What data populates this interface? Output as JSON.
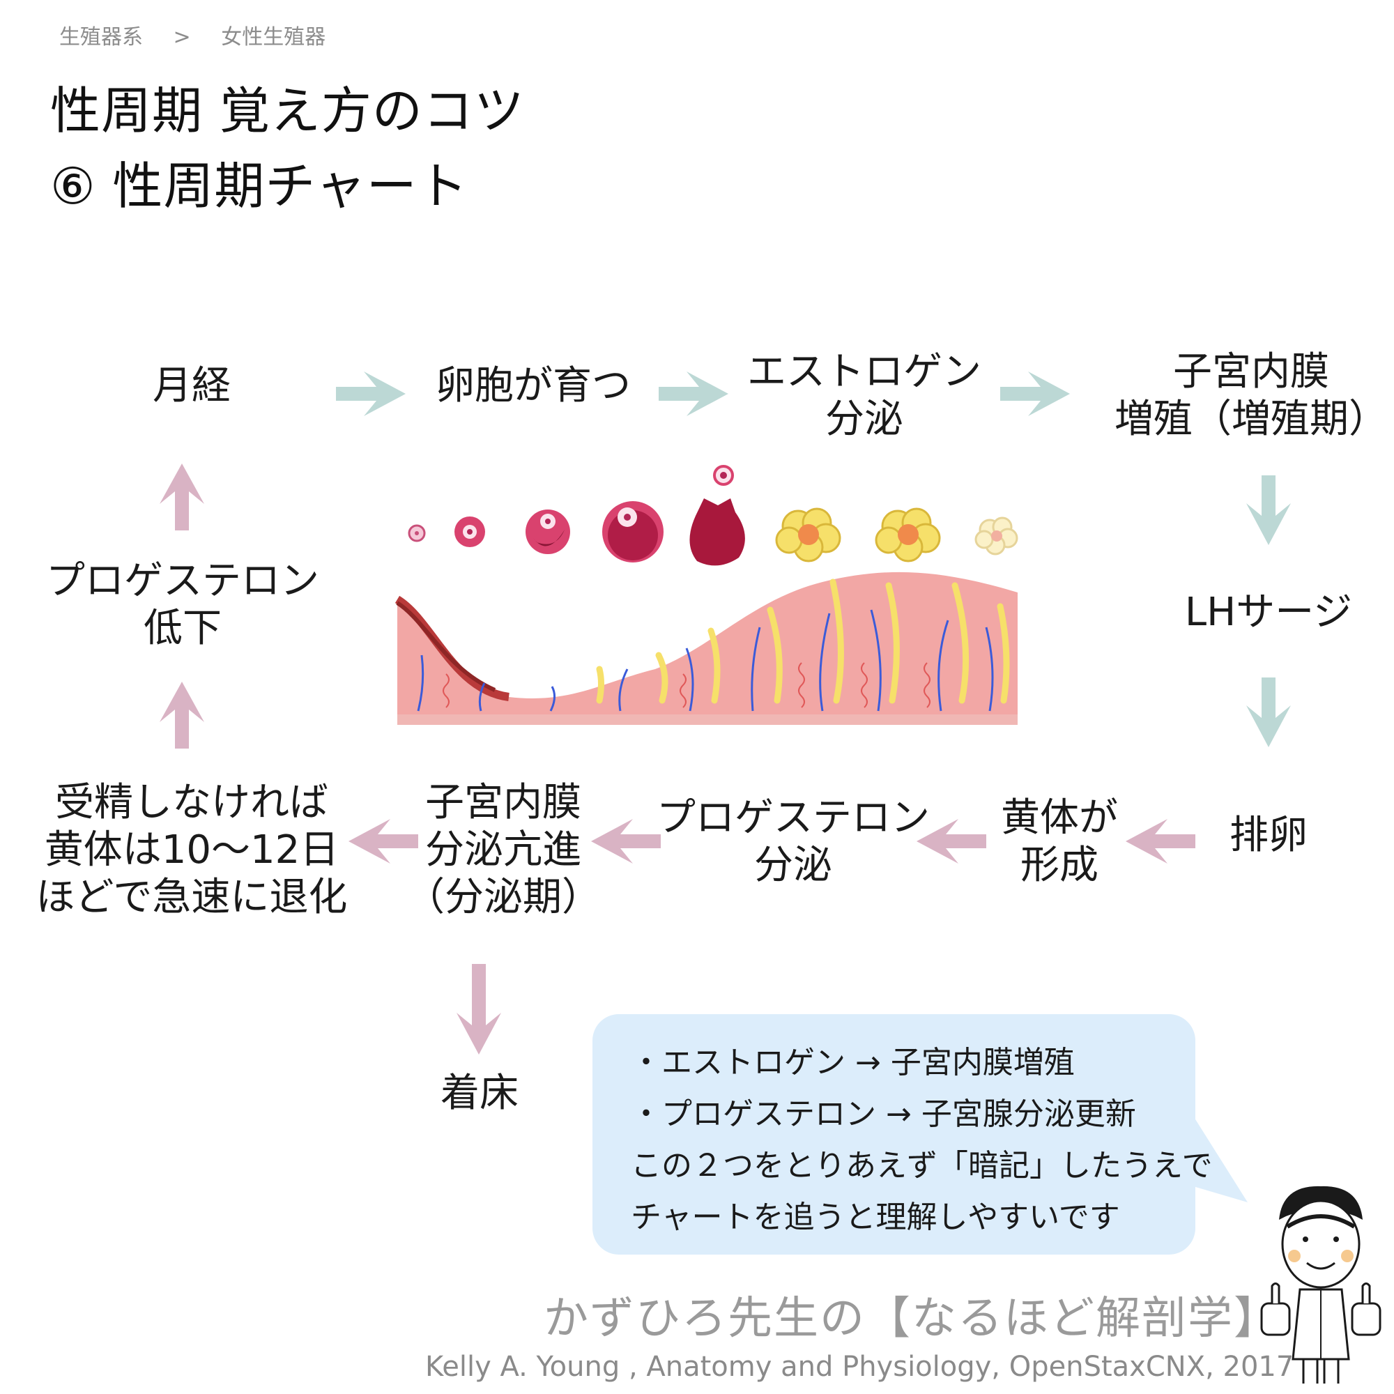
{
  "breadcrumb": [
    "生殖器系",
    ">",
    "女性生殖器"
  ],
  "title": {
    "line1": "性周期 覚え方のコツ",
    "line2": "⑥ 性周期チャート"
  },
  "steps": {
    "menstruation": "月経",
    "follicle_growth": "卵胞が育つ",
    "estrogen_line1": "エストロゲン",
    "estrogen_line2": "分泌",
    "proliferation_line1": "子宮内膜",
    "proliferation_line2": "増殖（増殖期）",
    "lh_surge": "LHサージ",
    "ovulation": "排卵",
    "corpus_luteum_line1": "黄体が",
    "corpus_luteum_line2": "形成",
    "progesterone_secretion_line1": "プロゲステロン",
    "progesterone_secretion_line2": "分泌",
    "secretory_line1": "子宮内膜",
    "secretory_line2": "分泌亢進",
    "secretory_line3": "（分泌期）",
    "regression_line1": "受精しなければ",
    "regression_line2": "黄体は10〜12日",
    "regression_line3": "ほどで急速に退化",
    "progesterone_drop_line1": "プロゲステロン",
    "progesterone_drop_line2": "低下",
    "implantation": "着床"
  },
  "note": {
    "line1": "・エストロゲン → 子宮内膜増殖",
    "line2": "・プロゲステロン → 子宮腺分泌更新",
    "line3": "この２つをとりあえず「暗記」したうえで",
    "line4": "チャートを追うと理解しやすいです"
  },
  "credit": "かずひろ先生の【なるほど解剖学】",
  "source": "Kelly A. Young , Anatomy and Physiology, OpenStaxCNX, 2017",
  "colors": {
    "arrow_forward": "#bcd8d5",
    "arrow_return": "#d9b3c4",
    "bubble": "#dcedfb",
    "endometrium": "#f2a7a5",
    "follicle": "#d9426e",
    "corpus_luteum": "#f6e06a"
  }
}
